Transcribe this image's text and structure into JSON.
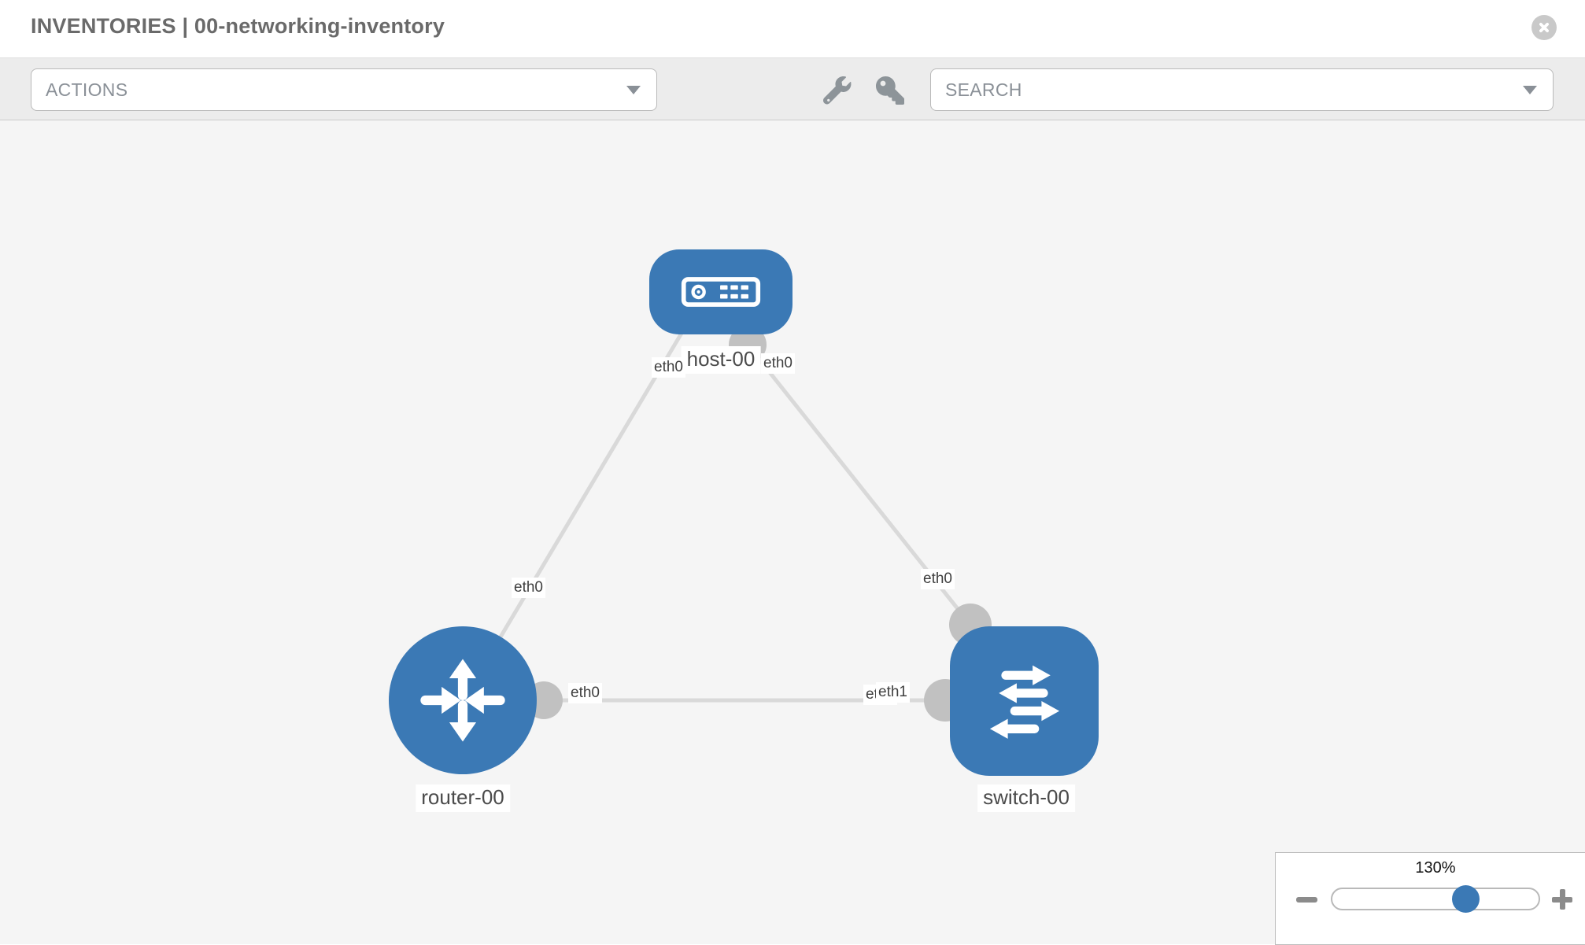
{
  "header": {
    "title": "INVENTORIES | 00-networking-inventory"
  },
  "toolbar": {
    "actions": {
      "label": "ACTIONS"
    },
    "search": {
      "placeholder": "SEARCH"
    },
    "icons": [
      "wrench-icon",
      "key-icon"
    ]
  },
  "topology": {
    "nodes": [
      {
        "id": "host-00",
        "type": "host",
        "label": "host-00"
      },
      {
        "id": "router-00",
        "type": "router",
        "label": "router-00"
      },
      {
        "id": "switch-00",
        "type": "switch",
        "label": "switch-00"
      }
    ],
    "links": [
      {
        "from": "router-00",
        "to": "host-00",
        "from_if": "eth0",
        "to_if": "eth0"
      },
      {
        "from": "host-00",
        "to": "switch-00",
        "from_if": "eth0",
        "to_if": "eth0"
      },
      {
        "from": "router-00",
        "to": "switch-00",
        "from_if": "eth0",
        "to_if": "eth1",
        "overlap_under": "eth0"
      }
    ]
  },
  "zoom_control": {
    "level": "130%",
    "minus": "−",
    "plus": "+"
  },
  "colors": {
    "node_blue": "#3b79b5",
    "edge_gray": "#d9d9d9",
    "connector_gray": "#c1c1c1",
    "toolbar_gray": "#ececec"
  }
}
